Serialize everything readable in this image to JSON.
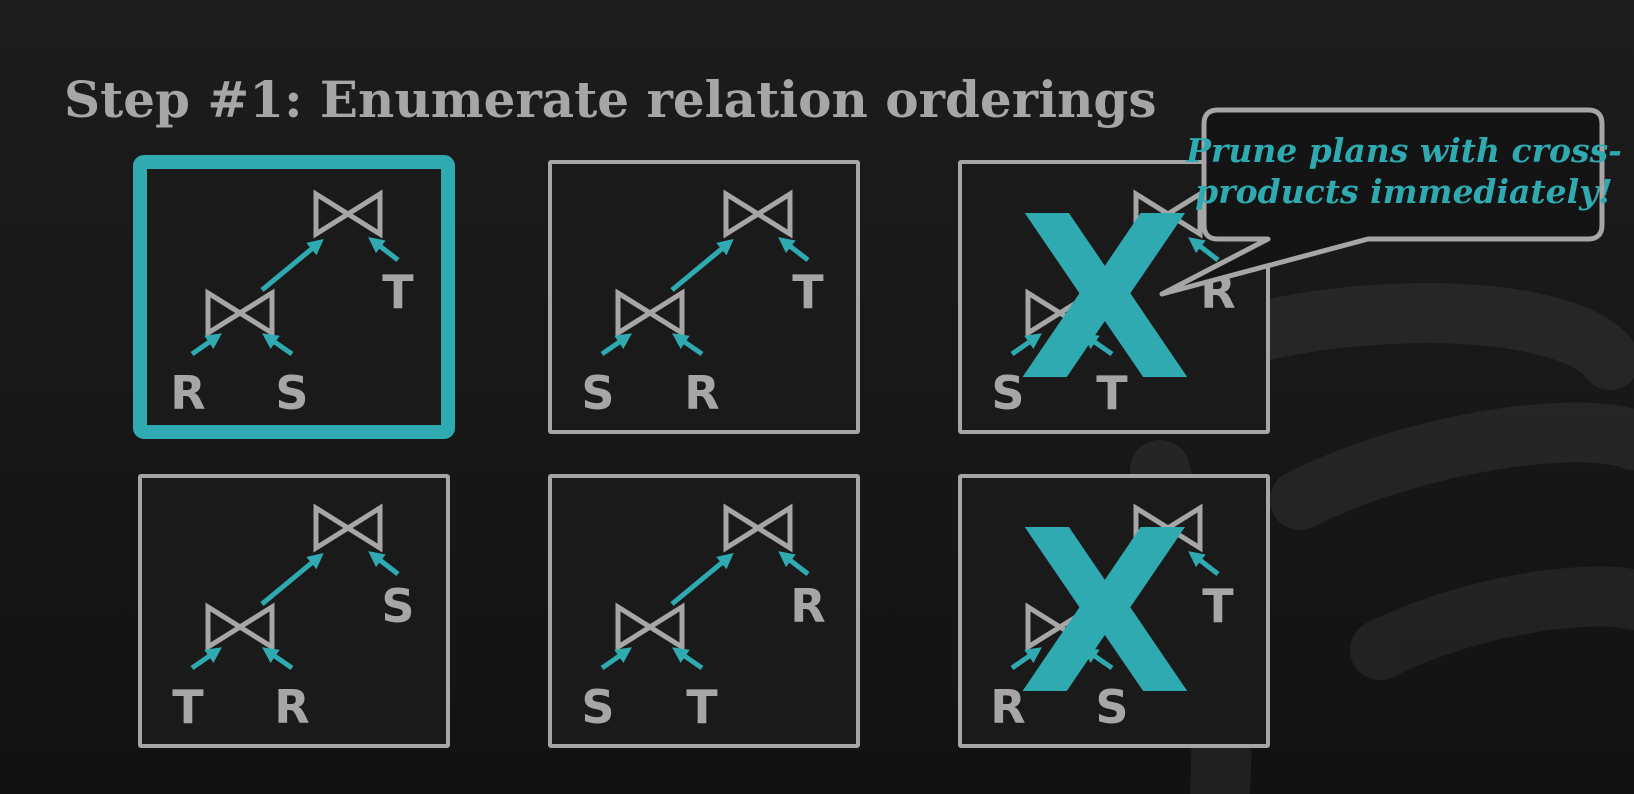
{
  "title": "Step #1: Enumerate relation orderings",
  "callout": {
    "lines": [
      "Prune plans with cross-",
      "products immediately!"
    ]
  },
  "plans": [
    {
      "leaves": [
        "R",
        "S"
      ],
      "top": "T",
      "state": "selected"
    },
    {
      "leaves": [
        "S",
        "R"
      ],
      "top": "T",
      "state": "normal"
    },
    {
      "leaves": [
        "S",
        "T"
      ],
      "top": "R",
      "state": "pruned"
    },
    {
      "leaves": [
        "T",
        "R"
      ],
      "top": "S",
      "state": "normal"
    },
    {
      "leaves": [
        "S",
        "T"
      ],
      "top": "R",
      "state": "normal"
    },
    {
      "leaves": [
        "R",
        "S"
      ],
      "top": "T",
      "state": "pruned"
    }
  ],
  "prune_mark": "X",
  "colors": {
    "accent": "#2faab1",
    "gray": "#a6a6a6",
    "background": "#1b1b1b",
    "box_fill": "#1a1a1a"
  }
}
